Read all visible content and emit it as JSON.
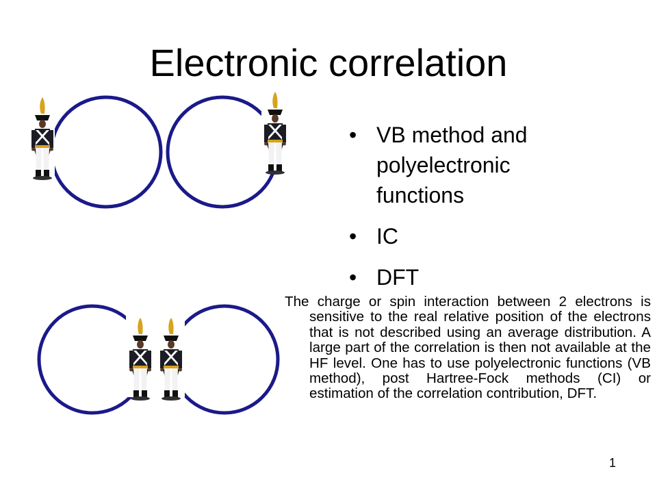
{
  "slide": {
    "title": "Electronic correlation",
    "bullets": [
      "VB method and polyelectronic functions",
      "IC",
      "DFT"
    ],
    "paragraph": "The charge or spin interaction between 2 electrons is sensitive to the real relative position of the electrons that is not described using an average distribution. A large part of the correlation is then not available at the HF level. One has to use polyelectronic functions (VB method), post Hartree-Fock methods (CI) or estimation of the correlation contribution, DFT.",
    "page_number": "1"
  },
  "colors": {
    "orbital": "#1a1a8a",
    "soldier_coat": "#1c1c24",
    "soldier_trousers": "#f2f2f2",
    "soldier_cross_belt": "#ffffff",
    "soldier_plume": "#d8a21c",
    "soldier_skin": "#5a3a26"
  },
  "icons": [
    "soldier-figure",
    "orbital-ring"
  ]
}
